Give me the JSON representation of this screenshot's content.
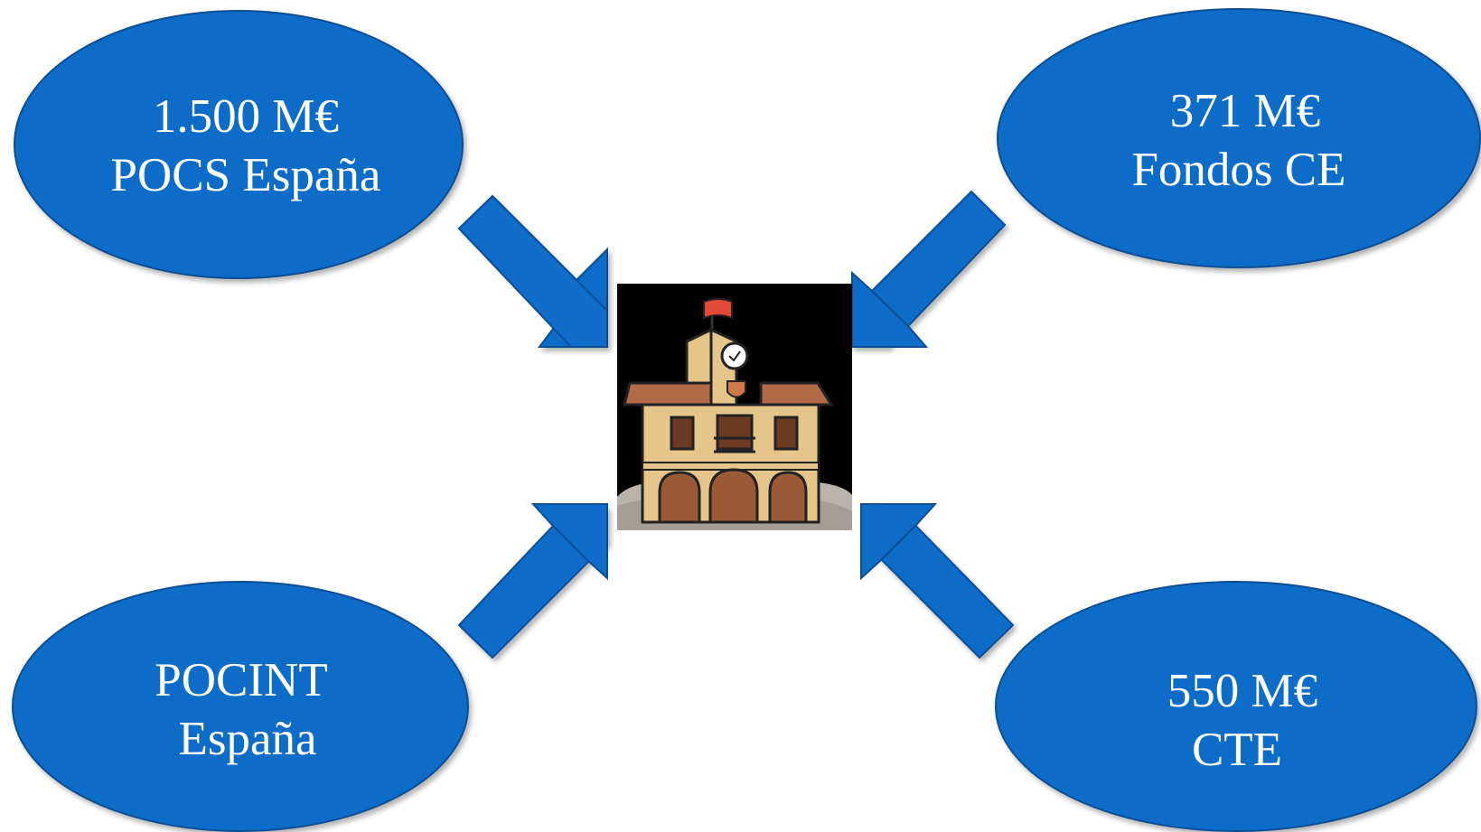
{
  "colors": {
    "node_fill": "#0F6CC8",
    "node_stroke": "#0A4E94",
    "arrow_fill": "#0F6CC8",
    "text": "#ffffff",
    "icon_background": "#000000"
  },
  "nodes": {
    "top_left": {
      "line1": "1.500 M€",
      "line2": "POCS España"
    },
    "top_right": {
      "line1": "371 M€",
      "line2": "Fondos CE"
    },
    "bottom_left": {
      "line1": "POCINT",
      "line2": "España"
    },
    "bottom_right": {
      "line1": "550 M€",
      "line2": "CTE"
    }
  },
  "center_icon": "town-hall-icon"
}
